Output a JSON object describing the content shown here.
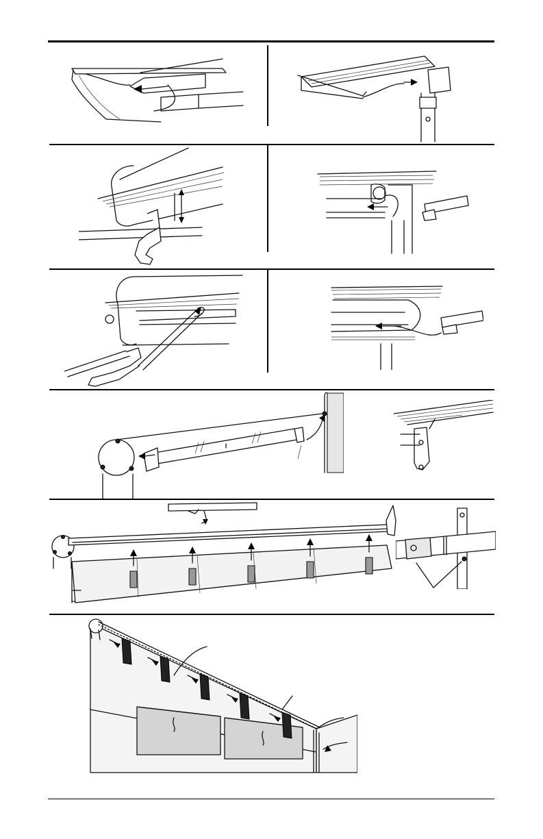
{
  "document": {
    "kind": "installation instruction illustrations",
    "rows": 6,
    "text": []
  },
  "colors": {
    "line": "#111111",
    "shade_gray": "#d8d8d8",
    "strap_black": "#222222",
    "background": "#ffffff"
  },
  "figures": [
    {
      "id": "fig-1a",
      "icon": "end-cap-cable-icon"
    },
    {
      "id": "fig-1b",
      "icon": "bracket-post-icon"
    },
    {
      "id": "fig-2a",
      "icon": "latch-clip-icon"
    },
    {
      "id": "fig-2b",
      "icon": "roller-arm-icon"
    },
    {
      "id": "fig-3a",
      "icon": "housing-lever-icon"
    },
    {
      "id": "fig-3b",
      "icon": "rail-cable-icon"
    },
    {
      "id": "fig-4a",
      "icon": "support-pole-icon"
    },
    {
      "id": "fig-4b",
      "icon": "wall-bracket-icon"
    },
    {
      "id": "fig-5a",
      "icon": "fabric-panel-straps-icon"
    },
    {
      "id": "fig-5b",
      "icon": "bracket-detail-icon"
    },
    {
      "id": "fig-6",
      "icon": "installed-awning-icon"
    }
  ]
}
